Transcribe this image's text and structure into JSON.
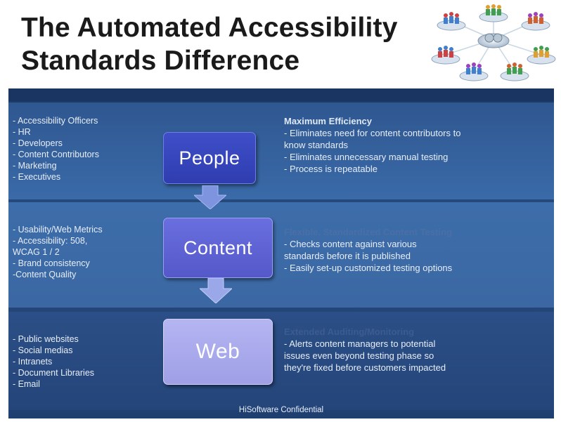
{
  "title": {
    "line1": "The Automated Accessibility",
    "line2": "Standards Difference"
  },
  "rows": [
    {
      "list": [
        "- Accessibility Officers",
        "- HR",
        "- Developers",
        "- Content Contributors",
        "- Marketing",
        "- Executives"
      ],
      "box_label": "People",
      "heading": "Maximum Efficiency",
      "details": [
        "- Eliminates need for content contributors to",
        "know standards",
        "- Eliminates unnecessary manual testing",
        "- Process is repeatable"
      ]
    },
    {
      "list": [
        "- Usability/Web Metrics",
        "- Accessibility: 508,",
        "WCAG 1 / 2",
        "- Brand consistency",
        "-Content Quality"
      ],
      "box_label": "Content",
      "heading": "Flexible, Standardized Content Testing",
      "details": [
        "- Checks content against various",
        "standards before it is published",
        "- Easily set-up customized testing options"
      ]
    },
    {
      "list": [
        "- Public websites",
        "- Social medias",
        "- Intranets",
        "- Document Libraries",
        "- Email"
      ],
      "box_label": "Web",
      "heading": "Extended Auditing/Monitoring",
      "details": [
        "- Alerts content managers to potential",
        "issues even beyond testing phase so",
        "they're fixed before customers impacted"
      ]
    }
  ],
  "footer": "HiSoftware Confidential",
  "colors": {
    "box_people": "#3344bb",
    "box_content": "#5a5fd4",
    "box_web": "#a9aaec",
    "arrow": "#8a9ee0"
  }
}
